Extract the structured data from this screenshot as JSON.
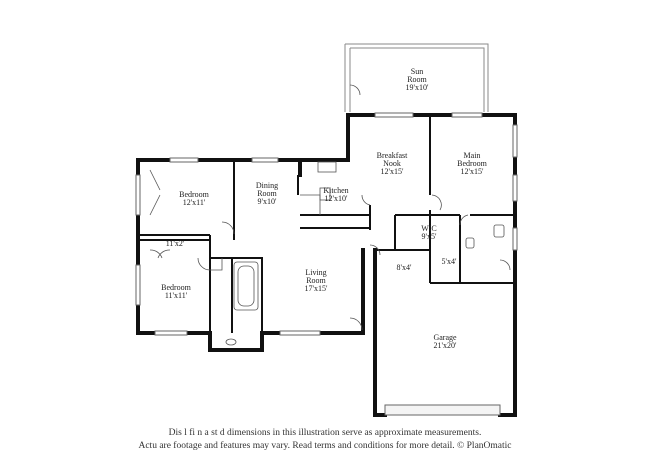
{
  "rooms": {
    "sun_room": {
      "name_line1": "Sun",
      "name_line2": "Room",
      "dims": "19'x10'"
    },
    "breakfast_nook": {
      "name_line1": "Breakfast",
      "name_line2": "Nook",
      "dims": "12'x15'"
    },
    "main_bedroom": {
      "name_line1": "Main",
      "name_line2": "Bedroom",
      "dims": "12'x15'"
    },
    "bedroom_1": {
      "name": "Bedroom",
      "dims": "12'x11'"
    },
    "dining_room": {
      "name_line1": "Dining",
      "name_line2": "Room",
      "dims": "9'x10'"
    },
    "kitchen": {
      "name": "Kitchen",
      "dims": "12'x10'"
    },
    "closet": {
      "dims": "11'x2'"
    },
    "wic": {
      "name": "WIC",
      "dims": "9'x5'"
    },
    "bath_main": {
      "dims": "5'x4'"
    },
    "laundry": {
      "dims": "8'x4'"
    },
    "bedroom_2": {
      "name": "Bedroom",
      "dims": "11'x11'"
    },
    "living_room": {
      "name_line1": "Living",
      "name_line2": "Room",
      "dims": "17'x15'"
    },
    "garage": {
      "name": "Garage",
      "dims": "21'x20'"
    }
  },
  "disclaimer": {
    "line1": "Dis     l   fi   n   a   st  d dimensions in this illustration serve as approximate measurements.",
    "line2": "Actu       are footage and features may vary. Read terms and conditions for more detail. © PlanOmatic"
  }
}
